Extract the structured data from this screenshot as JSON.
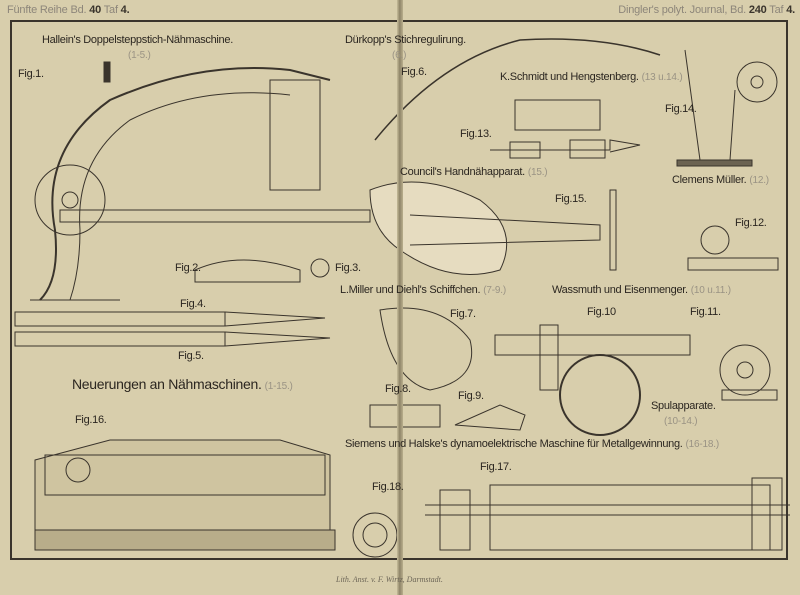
{
  "header": {
    "left": {
      "series": "Fünfte Reihe Bd.",
      "volume": "40",
      "plate_label": "Taf",
      "plate": "4."
    },
    "right": {
      "journal": "Dingler's polyt. Journal, Bd.",
      "volume": "240",
      "plate_label": "Taf",
      "plate": "4."
    }
  },
  "sections": {
    "hallein": {
      "title": "Hallein's Doppelsteppstich-Nähmaschine.",
      "figs": "(1-5.)"
    },
    "duerkopp": {
      "title": "Dürkopp's Stichregulirung.",
      "figs": "(6.)"
    },
    "schmidt": {
      "title": "K.Schmidt und Hengstenberg.",
      "figs": "(13 u.14.)"
    },
    "council": {
      "title": "Council's Handnähapparat.",
      "figs": "(15.)"
    },
    "mueller": {
      "title": "Clemens Müller.",
      "figs": "(12.)"
    },
    "miller": {
      "title": "L.Miller und Diehl's Schiffchen.",
      "figs": "(7-9.)"
    },
    "wassmuth": {
      "title": "Wassmuth und Eisenmenger.",
      "figs": "(10 u.11.)"
    },
    "neuerungen": {
      "title": "Neuerungen an Nähmaschinen.",
      "figs": "(1-15.)"
    },
    "spul": {
      "title": "Spulapparate.",
      "figs": "(10-14.)"
    },
    "siemens": {
      "title": "Siemens und Halske's dynamoelektrische Maschine für Metallgewinnung.",
      "figs": "(16-18.)"
    }
  },
  "figures": {
    "f1": "Fig.1.",
    "f2": "Fig.2.",
    "f3": "Fig.3.",
    "f4": "Fig.4.",
    "f5": "Fig.5.",
    "f6": "Fig.6.",
    "f7": "Fig.7.",
    "f8": "Fig.8.",
    "f9": "Fig.9.",
    "f10": "Fig.10",
    "f11": "Fig.11.",
    "f12": "Fig.12.",
    "f13": "Fig.13.",
    "f14": "Fig.14.",
    "f15": "Fig.15.",
    "f16": "Fig.16.",
    "f17": "Fig.17.",
    "f18": "Fig.18."
  },
  "footer": "Lith. Anst. v. F. Wirtz, Darmstadt."
}
